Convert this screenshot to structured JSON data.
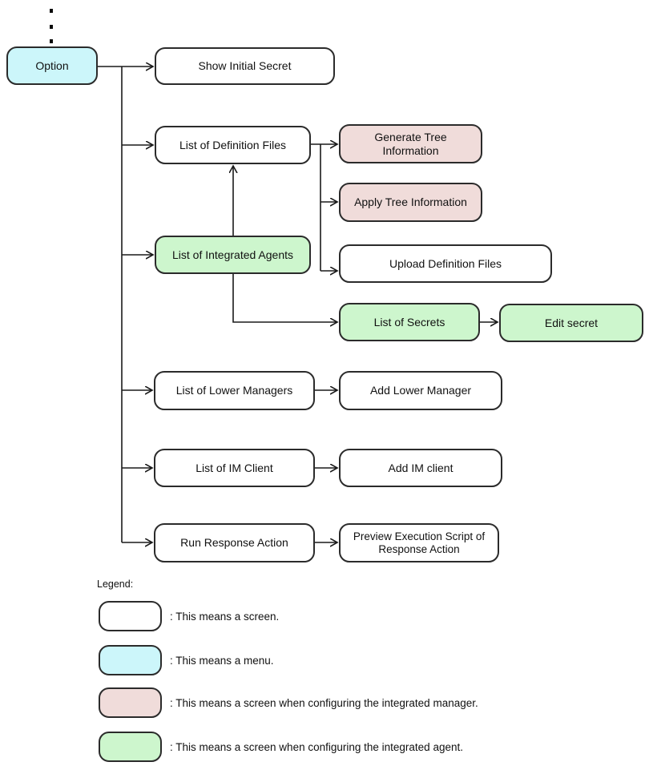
{
  "diagram": {
    "title_hint": "Option menu screen-transition diagram",
    "nodes": [
      {
        "id": "option",
        "label": "Option",
        "type": "menu"
      },
      {
        "id": "show_initial_secret",
        "label": "Show Initial Secret",
        "type": "screen"
      },
      {
        "id": "list_definition_files",
        "label": "List of Definition Files",
        "type": "screen"
      },
      {
        "id": "generate_tree_info",
        "label": "Generate Tree Information",
        "type": "manager"
      },
      {
        "id": "apply_tree_info",
        "label": "Apply Tree Information",
        "type": "manager"
      },
      {
        "id": "list_integrated_agents",
        "label": "List of Integrated Agents",
        "type": "agent"
      },
      {
        "id": "upload_definition_files",
        "label": "Upload Definition Files",
        "type": "screen"
      },
      {
        "id": "list_of_secrets",
        "label": "List of Secrets",
        "type": "agent"
      },
      {
        "id": "edit_secret",
        "label": "Edit secret",
        "type": "agent"
      },
      {
        "id": "list_lower_managers",
        "label": "List of Lower Managers",
        "type": "screen"
      },
      {
        "id": "add_lower_manager",
        "label": "Add Lower Manager",
        "type": "screen"
      },
      {
        "id": "list_im_client",
        "label": "List of IM Client",
        "type": "screen"
      },
      {
        "id": "add_im_client",
        "label": "Add IM client",
        "type": "screen"
      },
      {
        "id": "run_response_action",
        "label": "Run Response Action",
        "type": "screen"
      },
      {
        "id": "preview_exec_script",
        "label": "Preview Execution Script of Response Action",
        "type": "screen"
      }
    ],
    "edges": [
      "Option -> Show Initial Secret",
      "Option -> List of Definition Files",
      "Option -> List of Integrated Agents",
      "Option -> List of Lower Managers",
      "Option -> List of IM Client",
      "Option -> Run Response Action",
      "List of Definition Files -> Generate Tree Information",
      "List of Definition Files -> Apply Tree Information",
      "List of Definition Files -> Upload Definition Files",
      "List of Integrated Agents -> List of Definition Files",
      "List of Integrated Agents -> List of Secrets",
      "List of Secrets -> Edit secret",
      "List of Lower Managers -> Add Lower Manager",
      "List of IM Client -> Add IM client",
      "Run Response Action -> Preview Execution Script of Response Action"
    ]
  },
  "legend": {
    "title": "Legend:",
    "items": [
      {
        "type": "screen",
        "label": ": This means a screen."
      },
      {
        "type": "menu",
        "label": ": This means a menu."
      },
      {
        "type": "manager",
        "label": ": This means a screen when configuring the integrated manager."
      },
      {
        "type": "agent",
        "label": ": This means a screen when configuring the integrated agent."
      }
    ]
  },
  "colors": {
    "screen": "#ffffff",
    "menu": "#ccf6fa",
    "manager": "#f0dcda",
    "agent": "#cdf6cd",
    "border": "#2b2b2b",
    "line": "#1a1a1a"
  }
}
